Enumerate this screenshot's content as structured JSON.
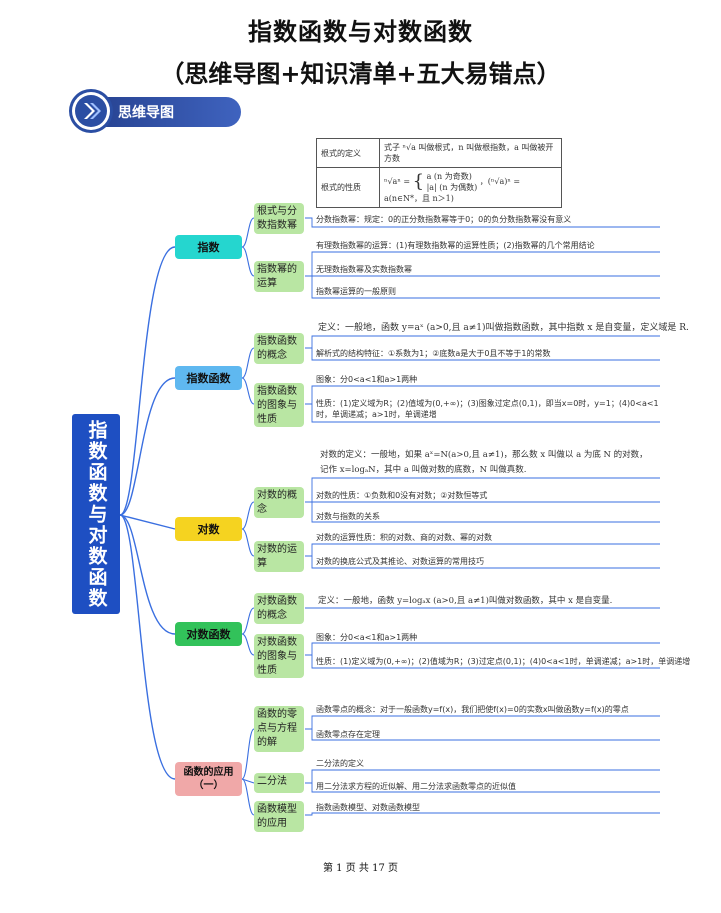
{
  "title": {
    "line1": "指数函数与对数函数",
    "line2": "（思维导图+知识清单+五大易错点）"
  },
  "section_banner": {
    "label": "思维导图",
    "icon": "play-chevron-icon"
  },
  "root": {
    "label": "指数函数与对数函数"
  },
  "colors": {
    "root": "#1e4fc2",
    "branch_line": "#3a6fe0",
    "l1_index": "#25d6cf",
    "l1_exp_func": "#5fb8f0",
    "l1_log": "#f5d320",
    "l1_log_func": "#32c25a",
    "l1_app": "#f0a8a8",
    "l2": "#b9e6a3"
  },
  "radical_table": {
    "row1_label": "根式的定义",
    "row1_text": "式子 ⁿ√a 叫做根式，n 叫做根指数，a 叫做被开方数",
    "row2_label": "根式的性质",
    "row2_case1": "a (n 为奇数)",
    "row2_case2": "|a| (n 为偶数)",
    "row2_lhs": "ⁿ√aⁿ =",
    "row2_rhs": "，(ⁿ√a)ⁿ = a(n∈N*，且 n＞1)"
  },
  "branches": [
    {
      "label": "指数",
      "children": [
        {
          "label": "根式与分数指数幂",
          "leaves": [
            "分数指数幂：规定：0的正分数指数幂等于0；0的负分数指数幂没有意义"
          ]
        },
        {
          "label": "指数幂的运算",
          "leaves": [
            "有理数指数幂的运算：(1)有理数指数幂的运算性质；(2)指数幂的几个常用结论",
            "无理数指数幂及实数指数幂",
            "指数幂运算的一般原则"
          ]
        }
      ]
    },
    {
      "label": "指数函数",
      "children": [
        {
          "label": "指数函数的概念",
          "leaves": [
            "定义：一般地，函数 y=aˣ (a>0,且 a≠1)叫做指数函数，其中指数 x 是自变量，定义域是 R.",
            "解析式的结构特征：①系数为1；②底数a是大于0且不等于1的常数"
          ]
        },
        {
          "label": "指数函数的图象与性质",
          "leaves": [
            "图象：分0<a<1和a>1两种",
            "性质：(1)定义域为R；(2)值域为(0,+∞)；(3)图象过定点(0,1)，即当x=0时，y=1；(4)0<a<1时，单调递减；a>1时，单调递增"
          ]
        }
      ]
    },
    {
      "label": "对数",
      "children": [
        {
          "label": "对数的概念",
          "leaves": [
            "对数的定义：一般地，如果 aˣ=N(a>0,且 a≠1)，那么数 x 叫做以 a 为底 N 的对数，",
            "记作 x=logₐN，其中 a 叫做对数的底数，N 叫做真数.",
            "对数的性质：①负数和0没有对数；②对数恒等式",
            "对数与指数的关系"
          ]
        },
        {
          "label": "对数的运算",
          "leaves": [
            "对数的运算性质：积的对数、商的对数、幂的对数",
            "对数的换底公式及其推论、对数运算的常用技巧"
          ]
        }
      ]
    },
    {
      "label": "对数函数",
      "children": [
        {
          "label": "对数函数的概念",
          "leaves": [
            "定义：一般地，函数 y=logₐx (a>0,且 a≠1)叫做对数函数，其中 x 是自变量."
          ]
        },
        {
          "label": "对数函数的图象与性质",
          "leaves": [
            "图象：分0<a<1和a>1两种",
            "性质：(1)定义域为(0,+∞)；(2)值域为R；(3)过定点(0,1)；(4)0<a<1时，单调递减；a>1时，单调递增"
          ]
        }
      ]
    },
    {
      "label": "函数的应用（一）",
      "children": [
        {
          "label": "函数的零点与方程的解",
          "leaves": [
            "函数零点的概念：对于一般函数y=f(x)，我们把使f(x)=0的实数x叫做函数y=f(x)的零点",
            "函数零点存在定理"
          ]
        },
        {
          "label": "二分法",
          "leaves": [
            "二分法的定义",
            "用二分法求方程的近似解、用二分法求函数零点的近似值"
          ]
        },
        {
          "label": "函数模型的应用",
          "leaves": [
            "指数函数模型、对数函数模型"
          ]
        }
      ]
    }
  ],
  "footer": "第 1 页 共 17 页"
}
